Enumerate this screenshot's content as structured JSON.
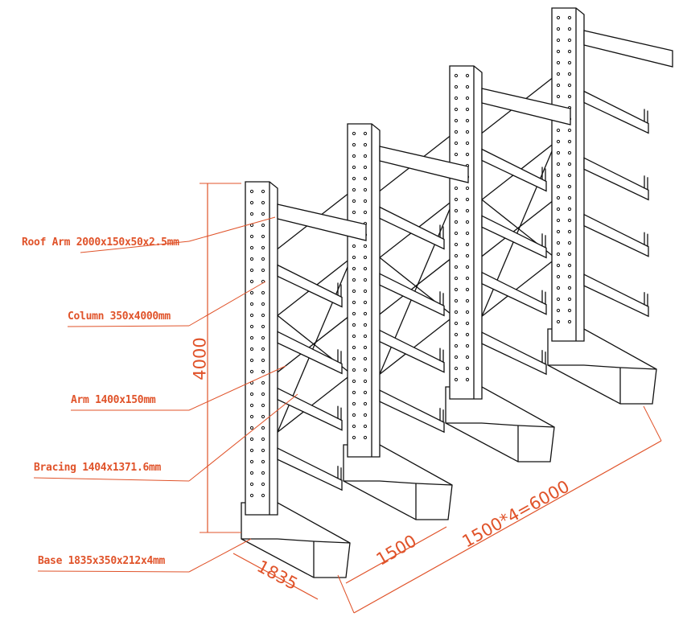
{
  "title": "Cantilever rack diagram",
  "accent_color": "#e0532a",
  "labels": {
    "roof_arm": "Roof Arm 2000x150x50x2.5mm",
    "column": "Column 350x4000mm",
    "arm": "Arm 1400x150mm",
    "bracing": "Bracing 1404x1371.6mm",
    "base": "Base 1835x350x212x4mm"
  },
  "dimensions": {
    "height": "4000",
    "depth": "1835",
    "bay": "1500",
    "total": "1500*4=6000"
  },
  "structure": {
    "columns": 4,
    "arms_per_column": 4,
    "bays": 3
  }
}
